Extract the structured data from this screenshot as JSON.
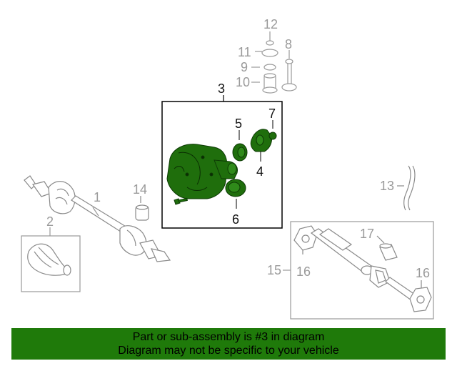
{
  "callouts": {
    "c1": "1",
    "c2": "2",
    "c3": "3",
    "c4": "4",
    "c5": "5",
    "c6": "6",
    "c7": "7",
    "c8": "8",
    "c9": "9",
    "c10": "10",
    "c11": "11",
    "c12": "12",
    "c13": "13",
    "c14": "14",
    "c15": "15",
    "c16a": "16",
    "c16b": "16",
    "c17": "17"
  },
  "footer": {
    "line1": "Part or sub-assembly is #3 in diagram",
    "line2": "Diagram may not be specific to your vehicle"
  },
  "colors": {
    "highlight": "#1f6e0c",
    "footer_bg": "#1f7a0a",
    "outline": "#9a9a9a"
  }
}
